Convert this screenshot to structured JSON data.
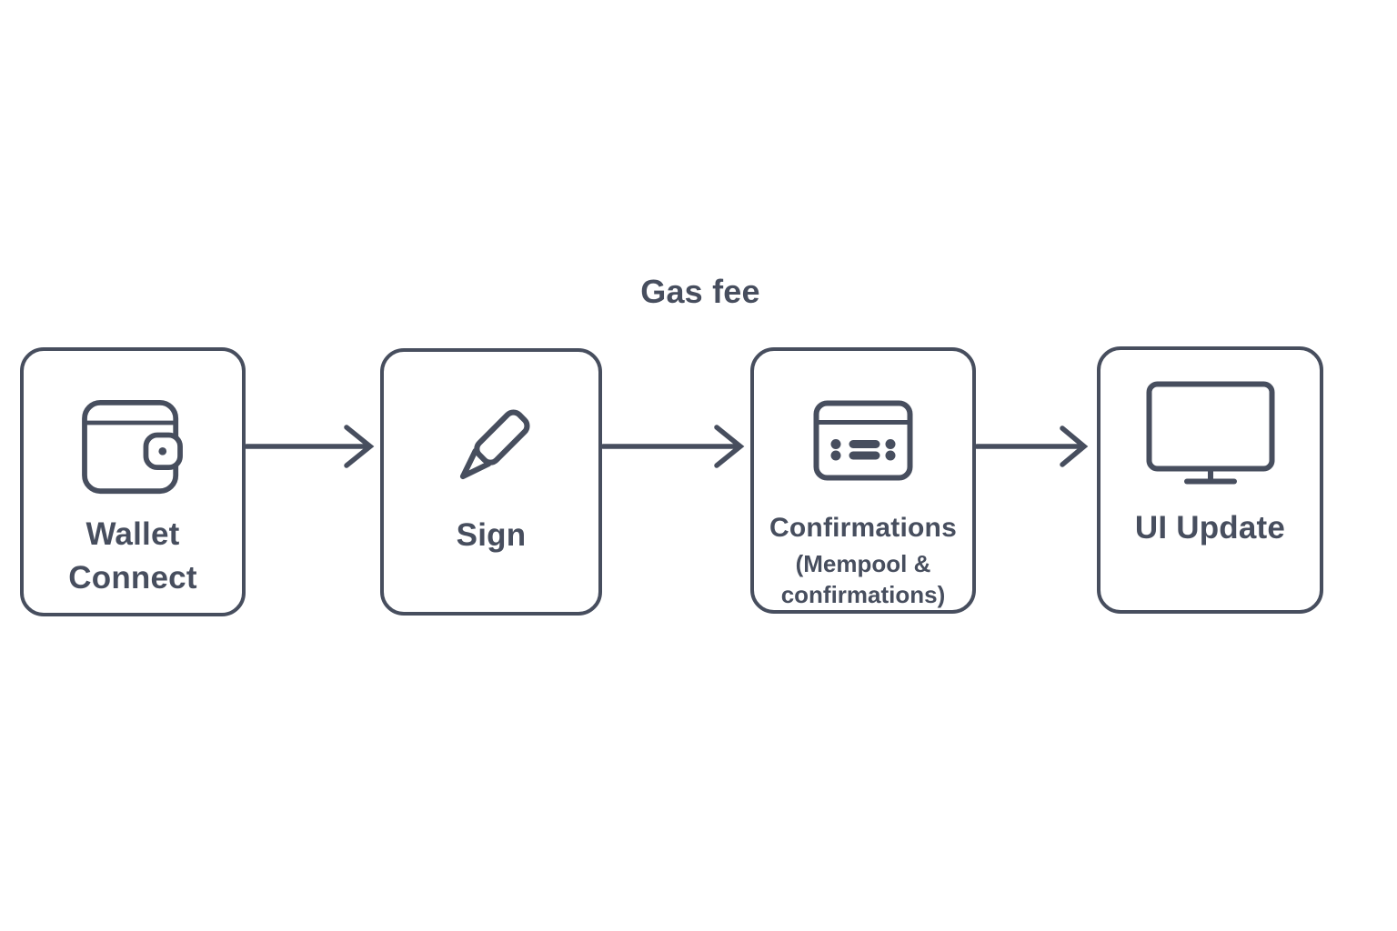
{
  "diagram": {
    "nodes": [
      {
        "label": "Wallet Connect",
        "icon": "wallet-icon"
      },
      {
        "label": "Sign",
        "icon": "pencil-icon"
      },
      {
        "label": "Confirmations",
        "sublabel": "(Mempool & confirmations)",
        "icon": "card-list-icon"
      },
      {
        "label": "UI Update",
        "icon": "monitor-icon"
      }
    ],
    "edges": [
      {
        "from": "Wallet Connect",
        "to": "Sign"
      },
      {
        "from": "Sign",
        "to": "Confirmations",
        "label": "Gas fee"
      },
      {
        "from": "Confirmations",
        "to": "UI Update"
      }
    ],
    "colors": {
      "stroke": "#474e5e",
      "text": "#474e5e",
      "node_background": "#ffffff",
      "page_background": "#ffffff"
    }
  }
}
